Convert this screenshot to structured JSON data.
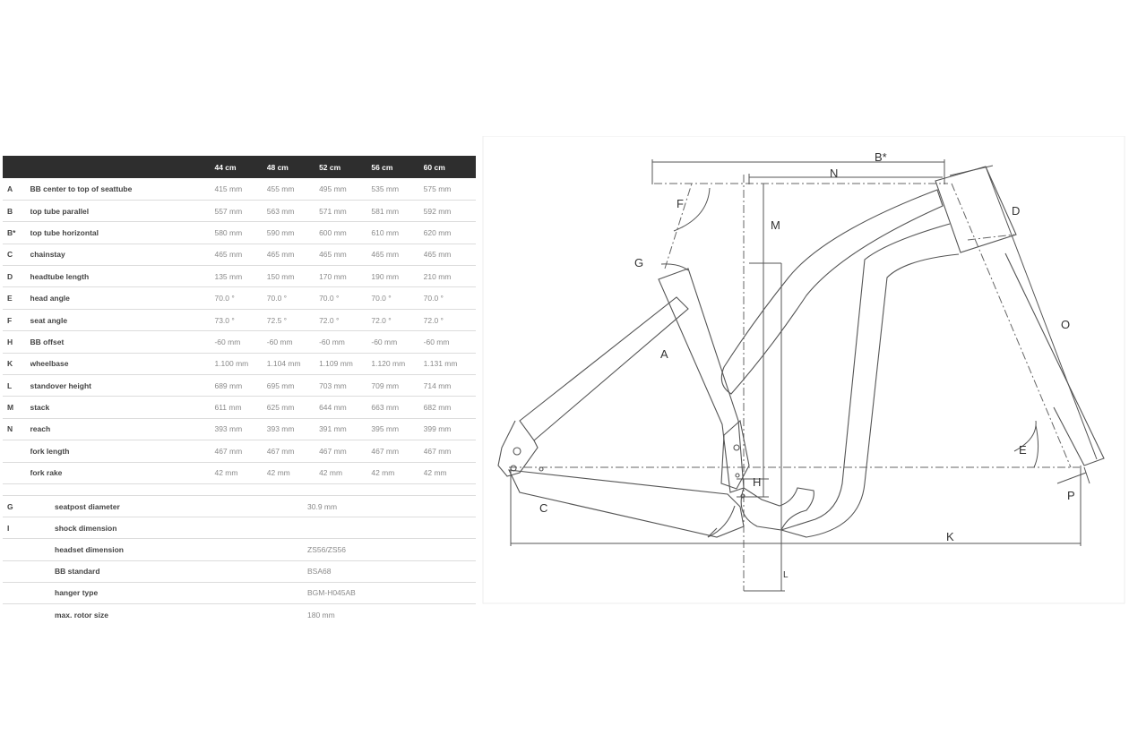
{
  "geometry_table": {
    "sizes": [
      "44 cm",
      "48 cm",
      "52 cm",
      "56 cm",
      "60 cm"
    ],
    "rows": [
      {
        "code": "A",
        "label": "BB center to top of seattube",
        "values": [
          "415 mm",
          "455 mm",
          "495 mm",
          "535 mm",
          "575 mm"
        ]
      },
      {
        "code": "B",
        "label": "top tube parallel",
        "values": [
          "557 mm",
          "563 mm",
          "571 mm",
          "581 mm",
          "592 mm"
        ]
      },
      {
        "code": "B*",
        "label": "top tube horizontal",
        "values": [
          "580 mm",
          "590 mm",
          "600 mm",
          "610 mm",
          "620 mm"
        ]
      },
      {
        "code": "C",
        "label": "chainstay",
        "values": [
          "465 mm",
          "465 mm",
          "465 mm",
          "465 mm",
          "465 mm"
        ]
      },
      {
        "code": "D",
        "label": "headtube length",
        "values": [
          "135 mm",
          "150 mm",
          "170 mm",
          "190 mm",
          "210 mm"
        ]
      },
      {
        "code": "E",
        "label": "head angle",
        "values": [
          "70.0 °",
          "70.0 °",
          "70.0 °",
          "70.0 °",
          "70.0 °"
        ]
      },
      {
        "code": "F",
        "label": "seat angle",
        "values": [
          "73.0 °",
          "72.5 °",
          "72.0 °",
          "72.0 °",
          "72.0 °"
        ]
      },
      {
        "code": "H",
        "label": "BB offset",
        "values": [
          "-60 mm",
          "-60 mm",
          "-60 mm",
          "-60 mm",
          "-60 mm"
        ]
      },
      {
        "code": "K",
        "label": "wheelbase",
        "values": [
          "1.100 mm",
          "1.104 mm",
          "1.109 mm",
          "1.120 mm",
          "1.131 mm"
        ]
      },
      {
        "code": "L",
        "label": "standover height",
        "values": [
          "689 mm",
          "695 mm",
          "703 mm",
          "709 mm",
          "714 mm"
        ]
      },
      {
        "code": "M",
        "label": "stack",
        "values": [
          "611 mm",
          "625 mm",
          "644 mm",
          "663 mm",
          "682 mm"
        ]
      },
      {
        "code": "N",
        "label": "reach",
        "values": [
          "393 mm",
          "393 mm",
          "391 mm",
          "395 mm",
          "399 mm"
        ]
      },
      {
        "code": "",
        "label": "fork length",
        "values": [
          "467 mm",
          "467 mm",
          "467 mm",
          "467 mm",
          "467 mm"
        ]
      },
      {
        "code": "",
        "label": "fork rake",
        "values": [
          "42 mm",
          "42 mm",
          "42 mm",
          "42 mm",
          "42 mm"
        ]
      }
    ]
  },
  "spec_table": {
    "rows": [
      {
        "code": "G",
        "label": "seatpost diameter",
        "value": "30.9 mm"
      },
      {
        "code": "I",
        "label": "shock dimension",
        "value": ""
      },
      {
        "code": "",
        "label": "headset dimension",
        "value": "ZS56/ZS56"
      },
      {
        "code": "",
        "label": "BB standard",
        "value": "BSA68"
      },
      {
        "code": "",
        "label": "hanger type",
        "value": "BGM-H045AB"
      },
      {
        "code": "",
        "label": "max. rotor size",
        "value": "180 mm"
      }
    ]
  },
  "diagram": {
    "labels": {
      "B_star": "B*",
      "N": "N",
      "F": "F",
      "D": "D",
      "M": "M",
      "G": "G",
      "A": "A",
      "O": "O",
      "E": "E",
      "H": "H",
      "C": "C",
      "P": "P",
      "K": "K",
      "L": "L"
    },
    "line_color": "#555555"
  }
}
